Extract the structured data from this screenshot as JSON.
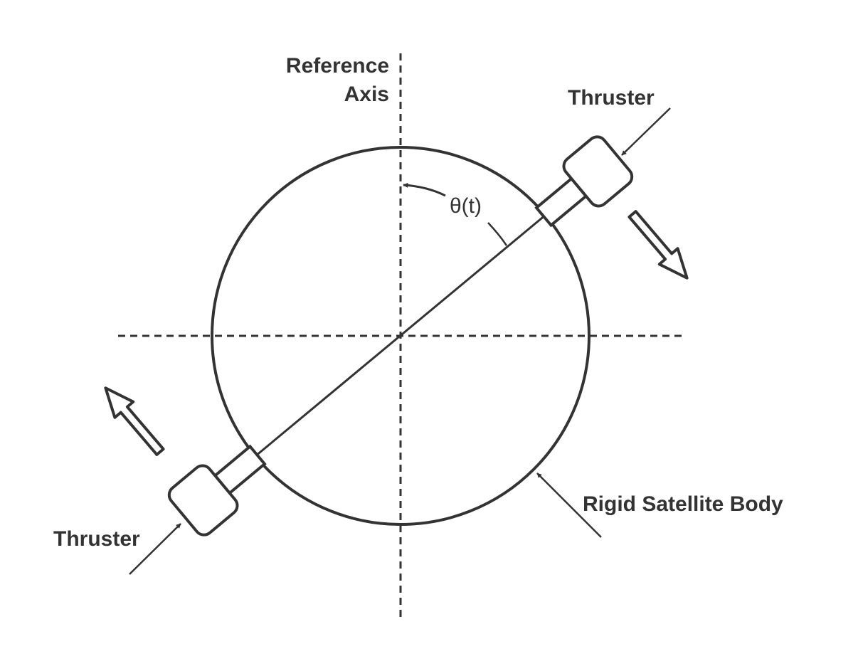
{
  "labels": {
    "reference_axis_line1": "Reference",
    "reference_axis_line2": "Axis",
    "thruster_top": "Thruster",
    "thruster_bottom": "Thruster",
    "body": "Rigid Satellite Body",
    "angle": "θ(t)"
  },
  "colors": {
    "stroke": "#333333",
    "background": "#ffffff"
  }
}
